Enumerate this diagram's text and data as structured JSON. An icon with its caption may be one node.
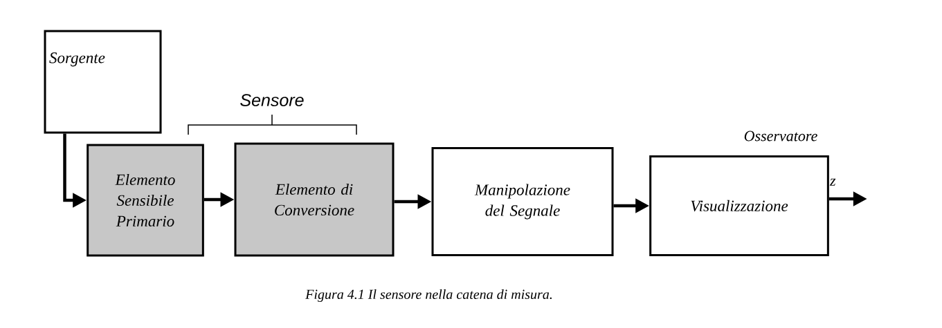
{
  "diagram": {
    "caption": "Figura 4.1 Il sensore nella catena di misura.",
    "nodes": [
      {
        "text": [
          "Sorgente"
        ]
      },
      {
        "text": [
          "Elemento Sensibile Primario"
        ]
      },
      {
        "text": [
          "Elemento di Conversione"
        ]
      },
      {
        "text": [
          "Manipolazione del Segnale"
        ]
      },
      {
        "text": [
          "Visualizzazione"
        ]
      }
    ],
    "edges": [
      {
        "from": 0,
        "to": 1,
        "arrow": "to"
      },
      {
        "from": 1,
        "to": 2,
        "arrow": "to"
      },
      {
        "from": 2,
        "to": 3,
        "arrow": "to"
      },
      {
        "from": 3,
        "to": 4,
        "arrow": "to"
      },
      {
        "from": 4,
        "to": null,
        "arrow": "to",
        "label": "z"
      }
    ],
    "labels": [
      "Sensore",
      "Osservatore"
    ]
  }
}
